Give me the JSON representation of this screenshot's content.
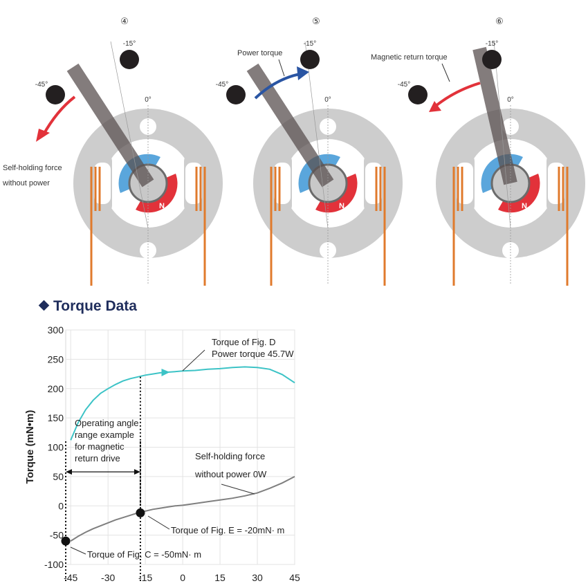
{
  "diagrams": [
    {
      "number": "④",
      "deg_15": "-15°",
      "deg_45": "-45°",
      "deg_0": "0°",
      "n_label": "N",
      "annotation": [
        "Self-holding force",
        "without power"
      ],
      "arm_angle": -33,
      "arrow_color": "#e2323a"
    },
    {
      "number": "⑤",
      "deg_15": "-15°",
      "deg_45": "-45°",
      "deg_0": "0°",
      "n_label": "N",
      "annotation": [
        "Power torque"
      ],
      "arm_angle": -33,
      "arrow_color": "#2a55a3"
    },
    {
      "number": "⑥",
      "deg_15": "-15°",
      "deg_45": "-45°",
      "deg_0": "0°",
      "n_label": "N",
      "annotation": [
        "Magnetic return torque"
      ],
      "arm_angle": -13,
      "arrow_color": "#e2323a"
    }
  ],
  "section_title": "Torque Data",
  "colors": {
    "heading": "#1f2d5c",
    "power_series": "#3cc3c6",
    "holding_series": "#7f7f7f",
    "stator": "#cdcdcd",
    "coil": "#e07a2c",
    "magnet_s": "#5aa6dc",
    "magnet_n": "#e2323a"
  },
  "chart_data": {
    "type": "line",
    "title": "",
    "xlabel": "",
    "ylabel": "Torque (mN•m)",
    "xlim": [
      -47,
      45
    ],
    "ylim": [
      -100,
      300
    ],
    "x_ticks": [
      -45,
      -30,
      -15,
      0,
      15,
      30,
      45
    ],
    "y_ticks": [
      300,
      250,
      200,
      150,
      100,
      50,
      0,
      -50,
      -100
    ],
    "grid": true,
    "series": [
      {
        "name": "Power torque 45.7W",
        "color": "#3cc3c6",
        "points": [
          [
            -45,
            112
          ],
          [
            -42,
            142
          ],
          [
            -39,
            164
          ],
          [
            -36,
            180
          ],
          [
            -33,
            192
          ],
          [
            -30,
            200
          ],
          [
            -27,
            207
          ],
          [
            -24,
            213
          ],
          [
            -21,
            217
          ],
          [
            -18,
            220
          ],
          [
            -15,
            223
          ],
          [
            -12,
            225
          ],
          [
            -9,
            227
          ],
          [
            -6,
            228
          ],
          [
            -3,
            229
          ],
          [
            0,
            230
          ],
          [
            5,
            231
          ],
          [
            10,
            233
          ],
          [
            15,
            234
          ],
          [
            20,
            236
          ],
          [
            25,
            237
          ],
          [
            30,
            236
          ],
          [
            35,
            233
          ],
          [
            40,
            224
          ],
          [
            45,
            210
          ]
        ],
        "arrow_at": [
          -6,
          228
        ]
      },
      {
        "name": "Self-holding force without power 0W",
        "color": "#7f7f7f",
        "points": [
          [
            -45,
            -60
          ],
          [
            -42,
            -52
          ],
          [
            -39,
            -45
          ],
          [
            -36,
            -39
          ],
          [
            -33,
            -34
          ],
          [
            -30,
            -29
          ],
          [
            -27,
            -24
          ],
          [
            -24,
            -20
          ],
          [
            -21,
            -16
          ],
          [
            -18,
            -12
          ],
          [
            -15,
            -9
          ],
          [
            -12,
            -6
          ],
          [
            -9,
            -4
          ],
          [
            -6,
            -2
          ],
          [
            -3,
            0
          ],
          [
            0,
            1
          ],
          [
            5,
            4
          ],
          [
            10,
            7
          ],
          [
            15,
            10
          ],
          [
            20,
            13
          ],
          [
            25,
            17
          ],
          [
            30,
            22
          ],
          [
            35,
            30
          ],
          [
            40,
            39
          ],
          [
            45,
            50
          ]
        ]
      }
    ],
    "markers": [
      {
        "x": -47,
        "y": -60
      },
      {
        "x": -17,
        "y": -12
      }
    ],
    "vlines": [
      -47,
      -17
    ],
    "annotations": [
      {
        "lines": [
          "Torque of Fig. D",
          "Power torque 45.7W"
        ]
      },
      {
        "lines": [
          "Self-holding force",
          "without power 0W"
        ]
      },
      {
        "lines": [
          "Operating angle",
          "range example",
          "for magnetic",
          "return drive"
        ]
      },
      {
        "lines": [
          "Torque of Fig. E = -20mN· m"
        ]
      },
      {
        "lines": [
          "Torque of Fig. C = -50mN· m"
        ]
      }
    ]
  }
}
